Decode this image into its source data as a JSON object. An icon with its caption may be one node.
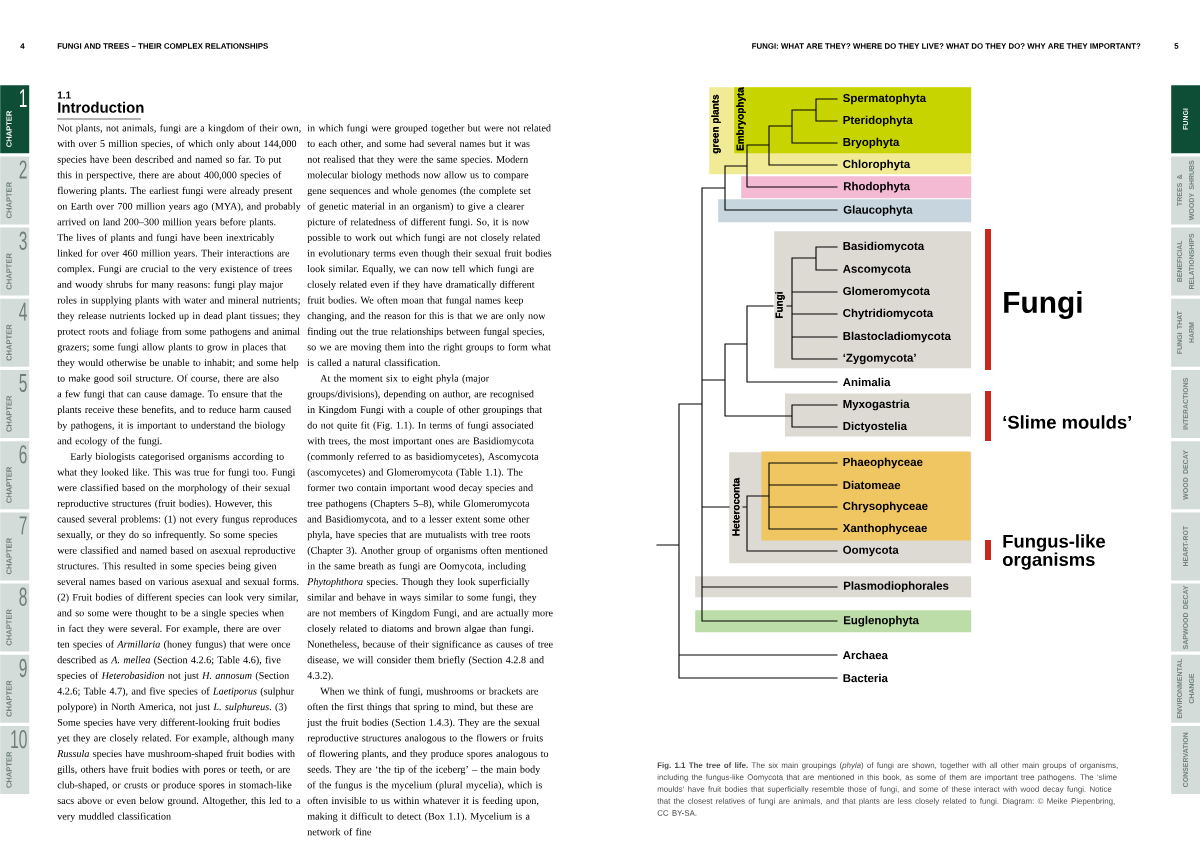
{
  "diagram": {
    "caption": "**Fig. 1.1 The tree of life.** The six main groupings (*phyla*) of fungi are shown, together with all other main groups of organisms, including the fungus-like Oomycota that are mentioned in this book, as some of them are important tree pathogens. The ‘slime moulds’ have fruit bodies that superficially resemble those of fungi, and some of these interact with wood decay fungi. Notice that the closest relatives of fungi are animals, and that plants are less closely related to fungi. Diagram: © Meike Piepenbring, CC BY-SA.",
    "nodes": [
      {
        "text": [
          "1",
          "CHAPTER"
        ]
      },
      {
        "text": [
          "2",
          "CHAPTER"
        ]
      },
      {
        "text": [
          "3",
          "CHAPTER"
        ]
      },
      {
        "text": [
          "4",
          "CHAPTER"
        ]
      },
      {
        "text": [
          "5",
          "CHAPTER"
        ]
      },
      {
        "text": [
          "6",
          "CHAPTER"
        ]
      },
      {
        "text": [
          "7",
          "CHAPTER"
        ]
      },
      {
        "text": [
          "8",
          "CHAPTER"
        ]
      },
      {
        "text": [
          "9",
          "CHAPTER"
        ]
      },
      {
        "text": [
          "10",
          "CHAPTER"
        ]
      },
      {
        "text": [
          "green plants"
        ]
      },
      {
        "text": [
          "Embryophyta"
        ],
        "in": 10
      },
      {
        "text": [
          "Spermatophyta"
        ],
        "in": 11
      },
      {
        "text": [
          "Pteridophyta"
        ],
        "in": 11
      },
      {
        "text": [
          "Bryophyta"
        ],
        "in": 11
      },
      {
        "text": [
          "Chlorophyta"
        ],
        "in": 10
      },
      {
        "text": [
          "Rhodophyta"
        ]
      },
      {
        "text": [
          "Glaucophyta"
        ]
      },
      {
        "text": [
          "Fungi"
        ]
      },
      {
        "text": [
          "Basidiomycota"
        ],
        "in": 18
      },
      {
        "text": [
          "Ascomycota"
        ],
        "in": 18
      },
      {
        "text": [
          "Glomeromycota"
        ],
        "in": 18
      },
      {
        "text": [
          "Chytridiomycota"
        ],
        "in": 18
      },
      {
        "text": [
          "Blastocladiomycota"
        ],
        "in": 18
      },
      {
        "text": [
          "‘Zygomycota’"
        ],
        "in": 18
      },
      {
        "text": [
          "Animalia"
        ]
      },
      {
        "text": [],
        "shape": "box"
      },
      {
        "text": [
          "Myxogastria"
        ],
        "in": 26
      },
      {
        "text": [
          "Dictyostelia"
        ],
        "in": 26
      },
      {
        "text": [
          "Heteroconta"
        ]
      },
      {
        "text": [],
        "shape": "box",
        "in": 29
      },
      {
        "text": [
          "Phaeophyceae"
        ],
        "in": 30
      },
      {
        "text": [
          "Diatomeae"
        ],
        "in": 30
      },
      {
        "text": [
          "Chrysophyceae"
        ],
        "in": 30
      },
      {
        "text": [
          "Xanthophyceae"
        ],
        "in": 30
      },
      {
        "text": [
          "Oomycota"
        ],
        "in": 29
      },
      {
        "text": [
          "Plasmodiophorales"
        ]
      },
      {
        "text": [
          "Euglenophyta"
        ]
      },
      {
        "text": [
          "Archaea"
        ]
      },
      {
        "text": [
          "Bacteria"
        ]
      },
      {
        "text": [
          "FUNGI"
        ]
      },
      {
        "text": [
          "TREES & WOODY SHRUBS"
        ]
      },
      {
        "text": [
          "BENEFICIAL RELATIONSHIPS"
        ]
      },
      {
        "text": [
          "FUNGI THAT HARM"
        ]
      },
      {
        "text": [
          "INTERACTIONS"
        ]
      },
      {
        "text": [
          "WOOD DECAY"
        ]
      },
      {
        "text": [
          "HEART-ROT"
        ]
      },
      {
        "text": [
          "SAPWOOD DECAY"
        ]
      },
      {
        "text": [
          "ENVIRONMENTAL CHANGE"
        ]
      },
      {
        "text": [
          "CONSERVATION"
        ]
      }
    ],
    "labels": [
      "4",
      "FUNGI AND TREES – THEIR COMPLEX RELATIONSHIPS",
      "FUNGI: WHAT ARE THEY? WHERE DO THEY LIVE? WHAT DO THEY DO? WHY ARE THEY IMPORTANT?",
      "5",
      "1.1",
      "Introduction",
      "Not plants, not animals, fungi are a kingdom of their own, with over 5 million species, of which only about 144,000 species have been described and named so far. To put this in perspective, there are about 400,000 species of flowering plants. The earliest fungi were already present on Earth over 700 million years ago (MYA), and probably arrived on land 200–300 million years before plants. The lives of plants and fungi have been inextricably linked for over 460 million years. Their interactions are complex. Fungi are crucial to the very existence of trees and woody shrubs for many reasons: fungi play major roles in supplying plants with water and mineral nutrients; they release nutrients locked up in dead plant tissues; they protect roots and foliage from some pathogens and animal grazers; some fungi allow plants to grow in places that they would otherwise be unable to inhabit; and some help to make good soil structure. Of course, there are also a few fungi that can cause damage. To ensure that the plants receive these benefits, and to reduce harm caused by pathogens, it is important to understand the biology and ecology of the fungi.",
      "Early biologists categorised organisms according to what they looked like. This was true for fungi too. Fungi were classified based on the morphology of their sexual reproductive structures (fruit bodies). However, this caused several problems: (1) not every fungus reproduces sexually, or they do so infrequently. So some species were classified and named based on asexual reproductive structures. This resulted in some species being given several names based on various asexual and sexual forms. (2) Fruit bodies of different species can look very similar, and so some were thought to be a single species when in fact they were several. For example, there are over ten species of *Armillaria* (honey fungus) that were once described as *A. mellea* (Section 4.2.6; Table 4.6), five species of *Heterobasidion* not just *H. annosum* (Section 4.2.6; Table 4.7), and five species of *Laetiporus* (sulphur polypore) in North America, not just *L. sulphureus*. (3) Some species have very different-looking fruit bodies yet they are closely related. For example, although many *Russula* species have mushroom-shaped fruit bodies with gills, others have fruit bodies with pores or teeth, or are club-shaped, or crusts or produce spores in stomach-like sacs above or even below ground. Altogether, this led to a very muddled classification",
      "in which fungi were grouped together but were not related to each other, and some had several names but it was not realised that they were the same species. Modern molecular biology methods now allow us to compare gene sequences and whole genomes (the complete set of genetic material in an organism) to give a clearer picture of relatedness of different fungi. So, it is now possible to work out which fungi are not closely related in evolutionary terms even though their sexual fruit bodies look similar. Equally, we can now tell which fungi are closely related even if they have dramatically different fruit bodies. We often moan that fungal names keep changing, and the reason for this is that we are only now finding out the true relationships between fungal species, so we are moving them into the right groups to form what is called a natural classification.",
      "At the moment six to eight phyla (major groups/divisions), depending on author, are recognised in Kingdom Fungi with a couple of other groupings that do not quite fit (Fig. 1.1). In terms of fungi associated with trees, the most important ones are Basidiomycota (commonly referred to as basidiomycetes), Ascomycota (ascomycetes) and Glomeromycota (Table 1.1). The former two contain important wood decay species and tree pathogens (Chapters 5–8), while Glomeromycota and Basidiomycota, and to a lesser extent some other phyla, have species that are mutualists with tree roots (Chapter 3). Another group of organisms often mentioned in the same breath as fungi are Oomycota, including *Phytophthora* species. Though they look superficially similar and behave in ways similar to some fungi, they are not members of Kingdom Fungi, and are actually more closely related to diatoms and brown algae than fungi. Nonetheless, because of their significance as causes of tree disease, we will consider them briefly (Section 4.2.8 and 4.3.2).",
      "When we think of fungi, mushrooms or brackets are often the first things that spring to mind, but these are just the fruit bodies (Section 1.4.3). They are the sexual reproductive structures analogous to the flowers or fruits of flowering plants, and they produce spores analogous to seeds. They are ‘the tip of the iceberg’ – the main body of the fungus is the mycelium (plural mycelia), which is often invisible to us within whatever it is feeding upon, making it difficult to detect (Box 1.1). Mycelium is a network of fine",
      "Fungi",
      "‘Slime moulds’",
      "Fungus-like organisms"
    ]
  }
}
